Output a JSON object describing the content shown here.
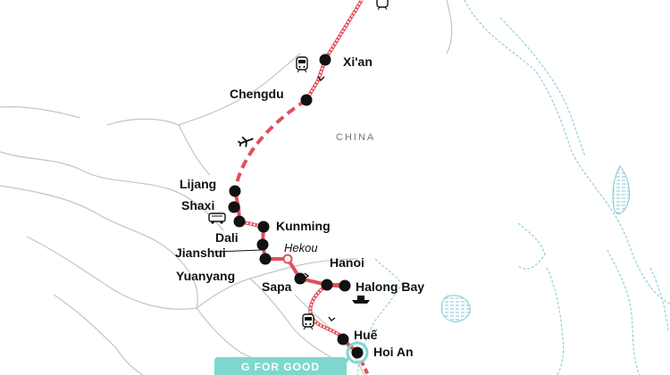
{
  "country_label": "CHINA",
  "cities": {
    "xian": "Xi'an",
    "chengdu": "Chengdu",
    "lijiang": "Lijang",
    "shaxi": "Shaxi",
    "dali": "Dali",
    "kunming": "Kunming",
    "jianshui": "Jianshui",
    "yuanyang": "Yuanyang",
    "hekou": "Hekou",
    "sapa": "Sapa",
    "hanoi": "Hanoi",
    "halong_bay": "Halong Bay",
    "hue": "Huế",
    "hoi_an": "Hoi An"
  },
  "badge": {
    "label": "G FOR GOOD"
  },
  "colors": {
    "route": "#e0505c",
    "water": "#7dc7d6",
    "border": "#c4c4c4",
    "badge": "#7ed8cd",
    "stop": "#111111"
  },
  "icons": [
    "train-icon",
    "plane-icon",
    "bus-icon",
    "boat-icon"
  ]
}
